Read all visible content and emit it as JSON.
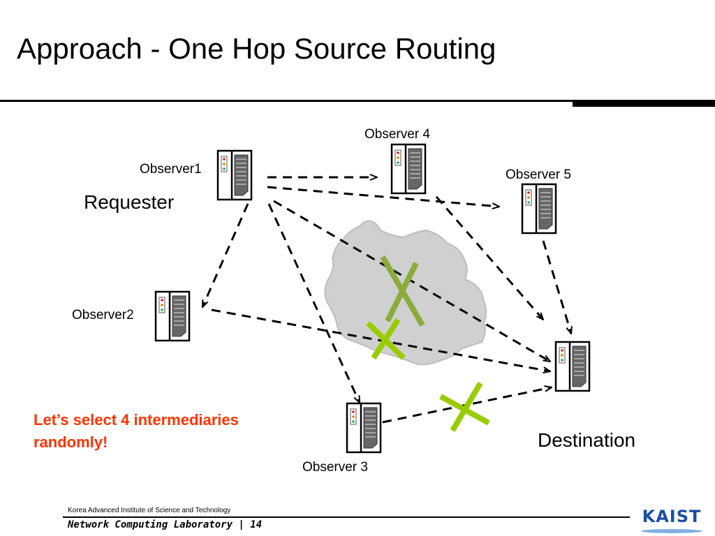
{
  "slide": {
    "title": "Approach - One Hop Source Routing"
  },
  "diagram": {
    "nodes": {
      "observer1": "Observer1",
      "observer2": "Observer2",
      "observer3": "Observer 3",
      "observer4": "Observer 4",
      "observer5": "Observer 5"
    },
    "roles": {
      "requester": "Requester",
      "destination": "Destination"
    },
    "colors": {
      "failure_mark_dark": "#8bab3c",
      "failure_mark_light": "#99cc00",
      "cloud_fill": "#d0d0d0",
      "note_text": "#ff3300"
    }
  },
  "note": {
    "line1": "Let’s select 4 intermediaries",
    "line2": "randomly!"
  },
  "footer": {
    "org": "Korea Advanced Institute of Science and Technology",
    "lab": "Network Computing Laboratory | 14",
    "logo": "KAIST"
  }
}
